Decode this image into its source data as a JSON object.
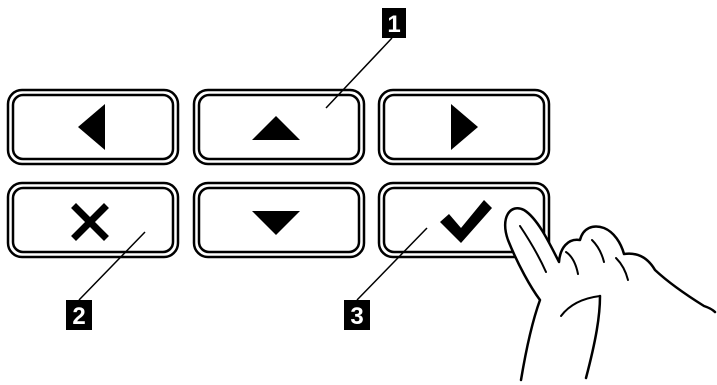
{
  "keypad": {
    "keys": [
      {
        "id": "left",
        "icon": "arrow-left-icon"
      },
      {
        "id": "up",
        "icon": "arrow-up-icon"
      },
      {
        "id": "right",
        "icon": "arrow-right-icon"
      },
      {
        "id": "cancel",
        "icon": "cross-icon"
      },
      {
        "id": "down",
        "icon": "arrow-down-icon"
      },
      {
        "id": "enter",
        "icon": "checkmark-icon"
      }
    ]
  },
  "callouts": {
    "callout_1": "1",
    "callout_2": "2",
    "callout_3": "3"
  },
  "colors": {
    "line": "#000000",
    "background": "#ffffff",
    "callout_fill": "#000000",
    "callout_text": "#ffffff"
  }
}
